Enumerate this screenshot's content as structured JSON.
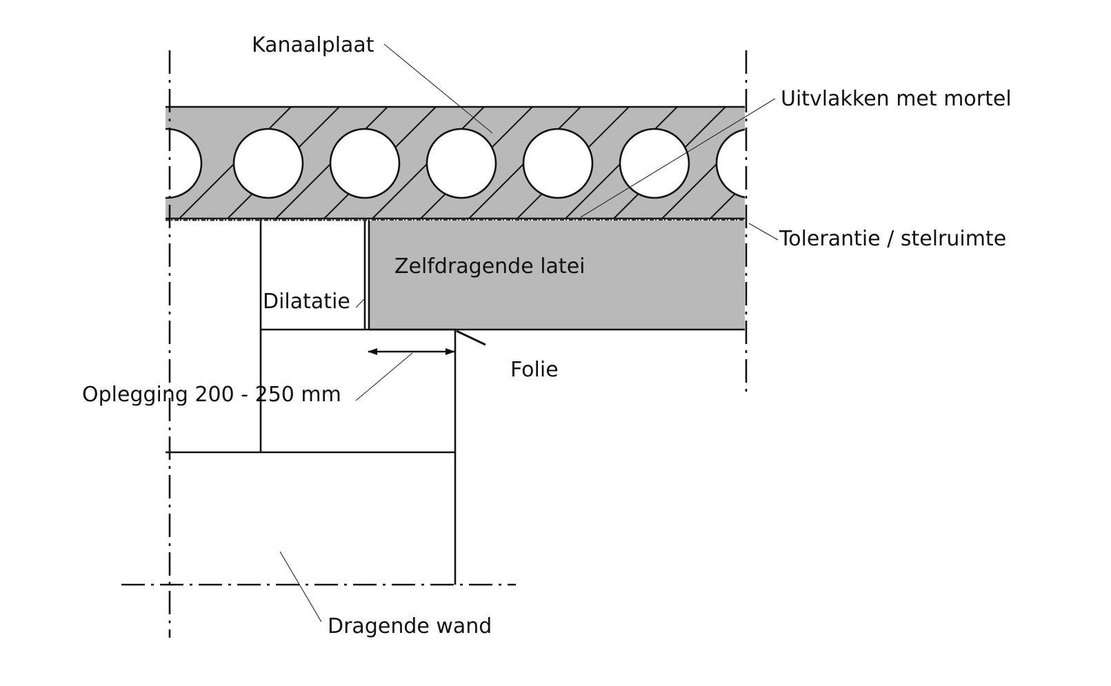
{
  "labels": {
    "kanaalplaat": "Kanaalplaat",
    "uitvlakken": "Uitvlakken met mortel",
    "tolerantie": "Tolerantie / stelruimte",
    "latei": "Zelfdragende latei",
    "dilatatie": "Dilatatie",
    "folie": "Folie",
    "oplegging": "Oplegging 200 - 250 mm",
    "dragende_wand": "Dragende wand"
  },
  "colors": {
    "concrete_fill": "#b9b9b9",
    "line": "#111111",
    "background": "#ffffff"
  }
}
